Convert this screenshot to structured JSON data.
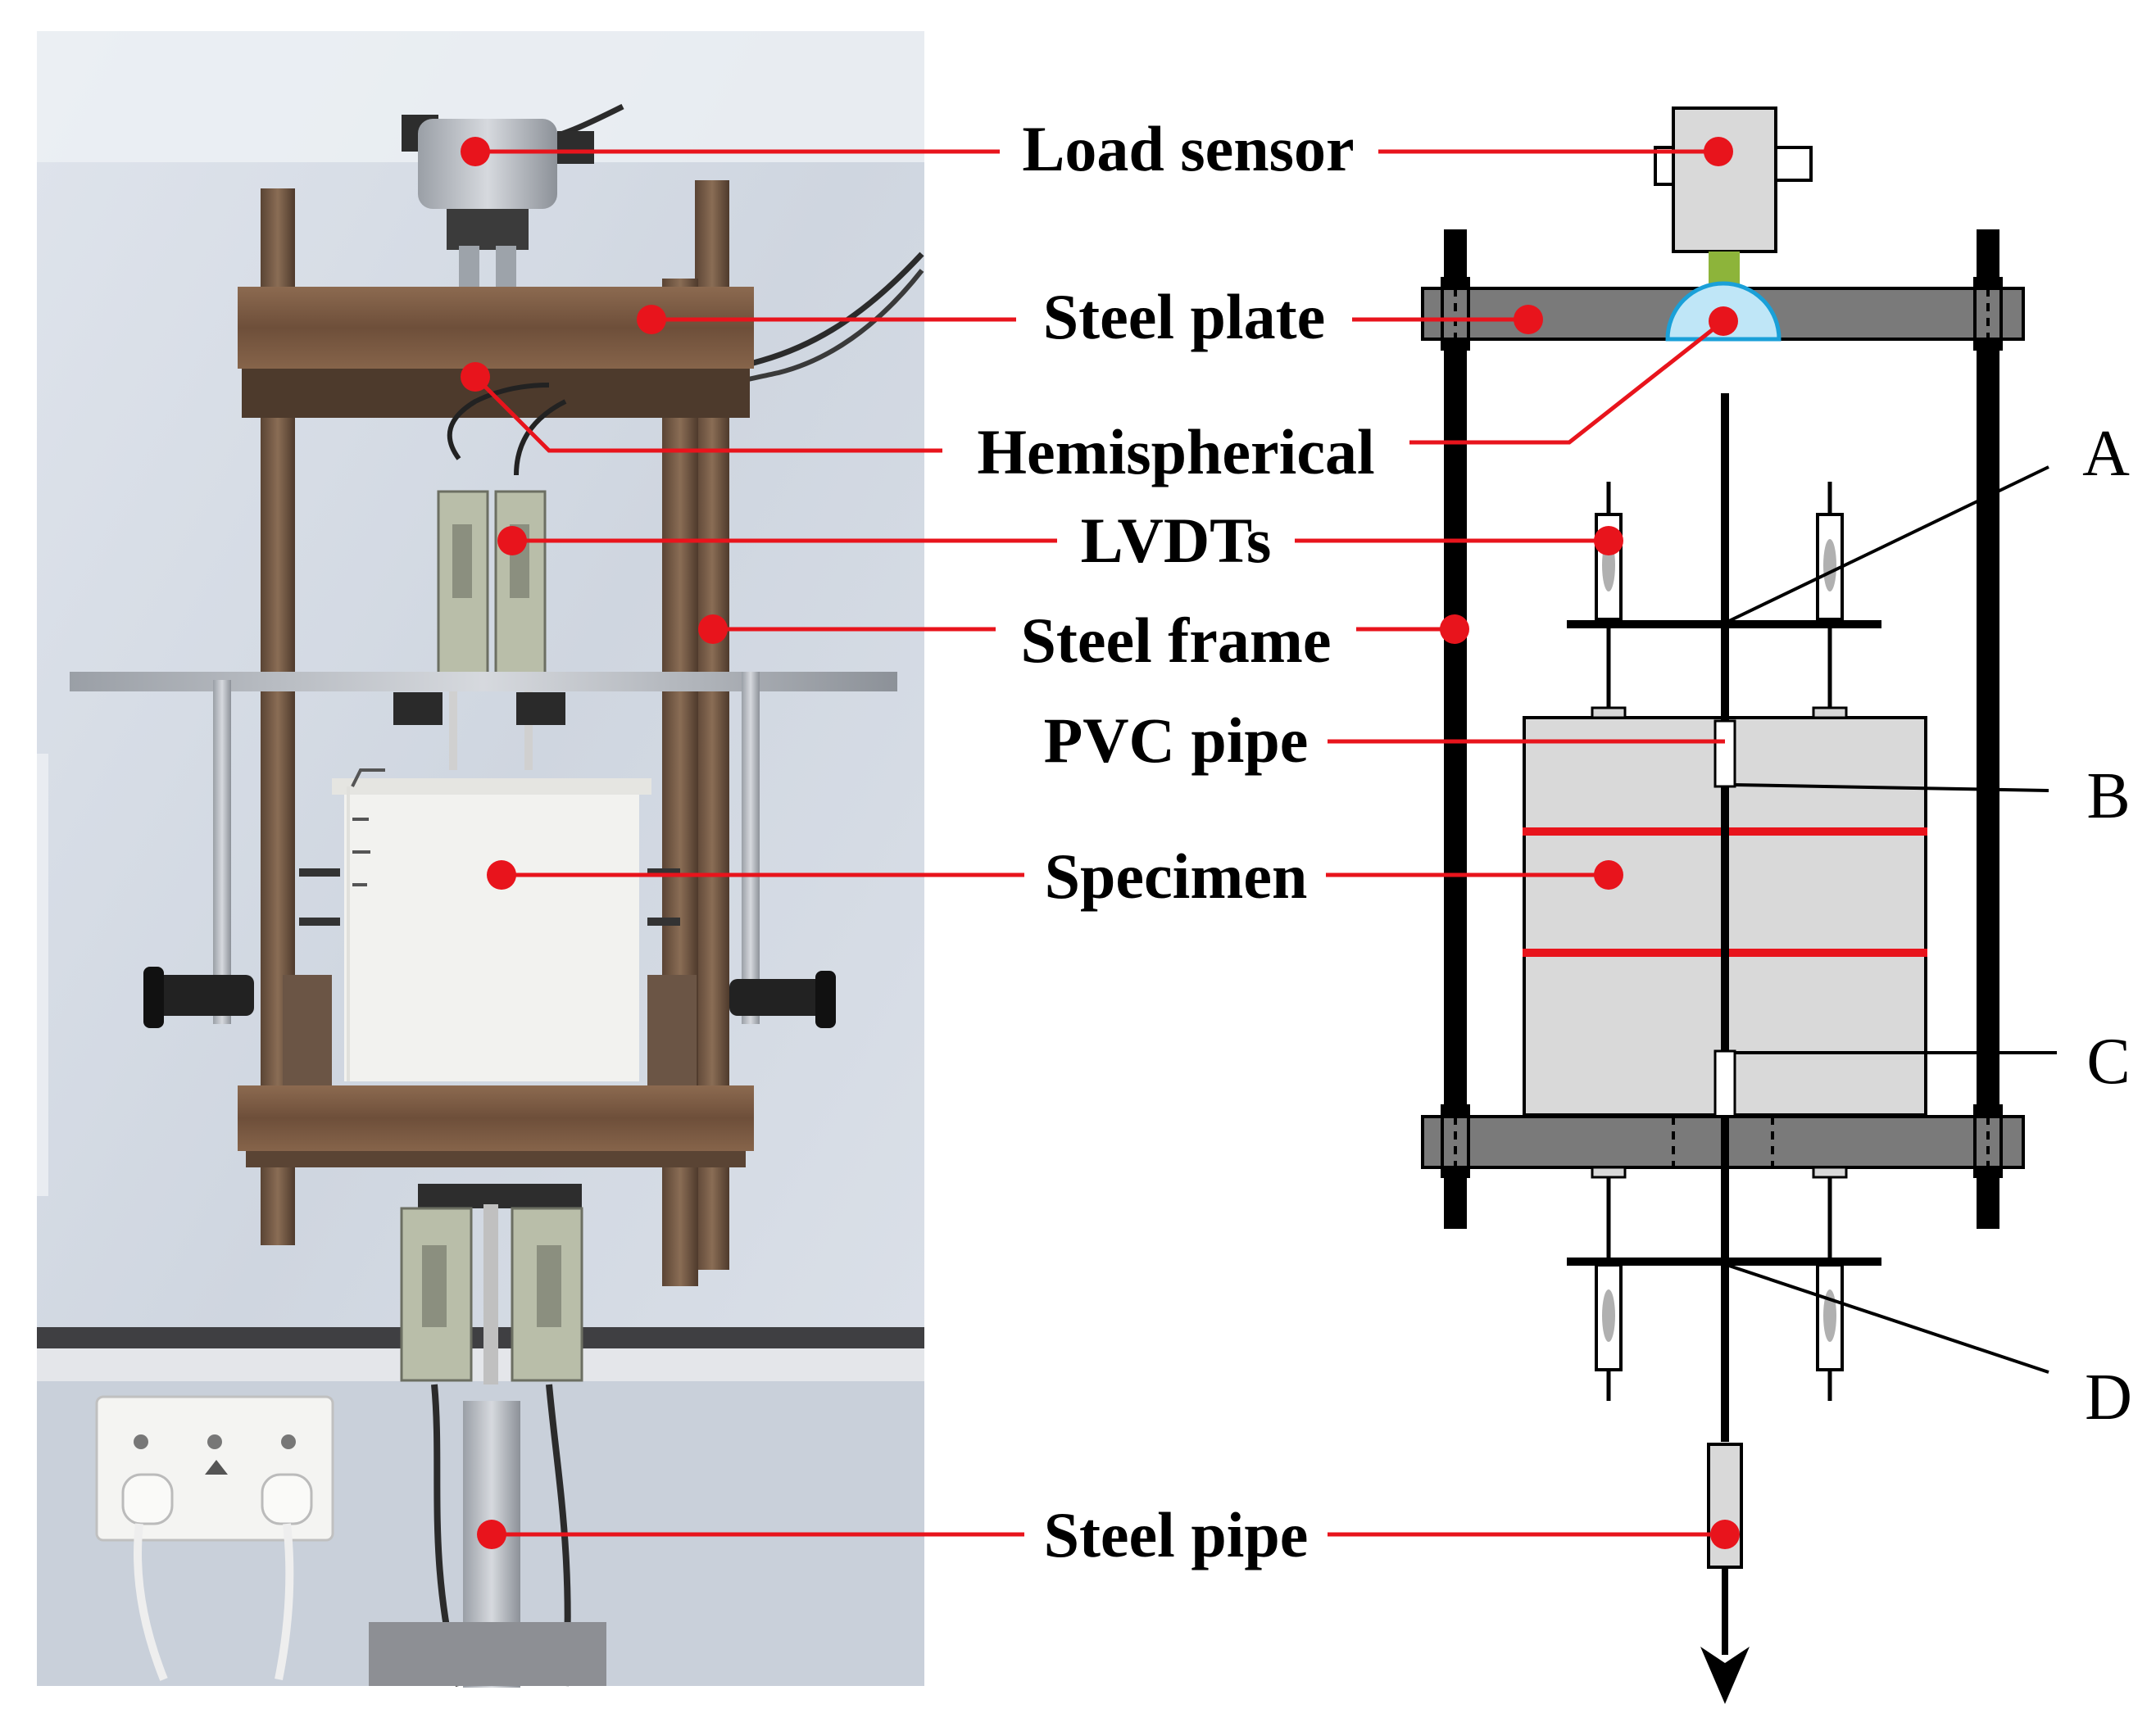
{
  "labels": {
    "load_sensor": "Load sensor",
    "steel_plate": "Steel plate",
    "hemispherical": "Hemispherical",
    "lvdts": "LVDTs",
    "steel_frame": "Steel frame",
    "pvc_pipe": "PVC pipe",
    "specimen": "Specimen",
    "steel_pipe": "Steel pipe"
  },
  "points": {
    "a": "A",
    "b": "B",
    "c": "C",
    "d": "D"
  },
  "colors": {
    "leader": "#e8141c",
    "photo_wall": "#d3dae4",
    "rust": "#7b5a42",
    "plate_gray": "#7a7a7a",
    "specimen_gray": "#d9d9d9",
    "hemisphere": "#bfe6f7",
    "hemisphere_edge": "#1aa0d8",
    "rod_green": "#8db43a"
  }
}
